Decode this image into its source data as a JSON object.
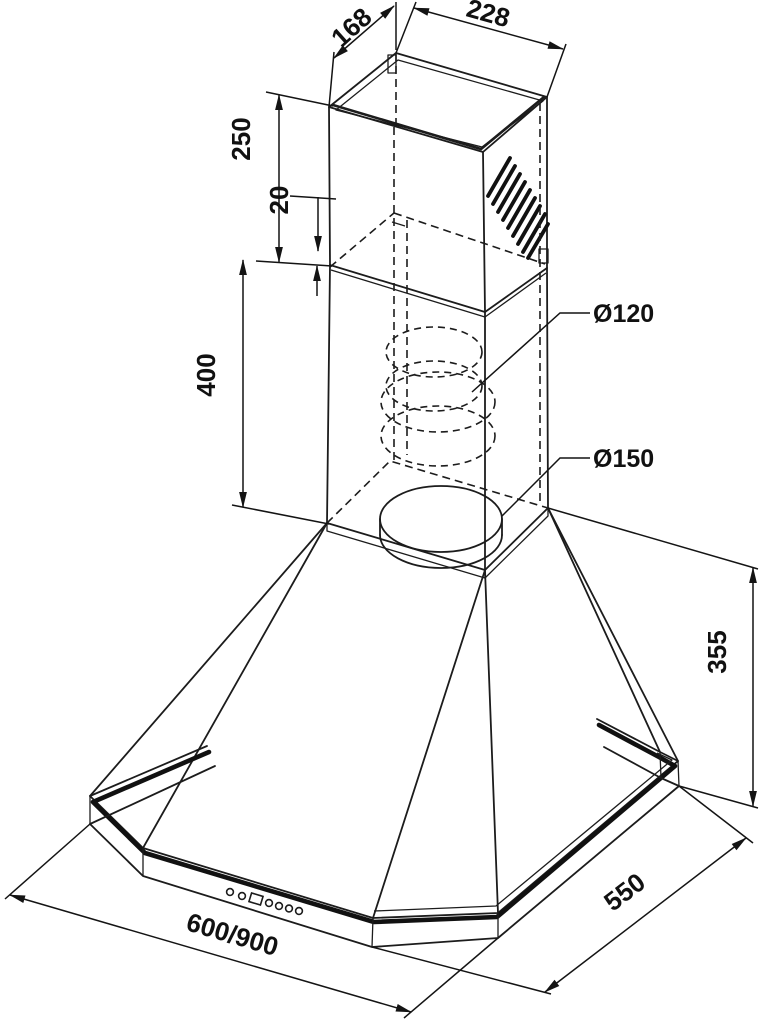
{
  "diagram": {
    "kind": "technical-dimension-drawing",
    "subject": "chimney-range-hood",
    "colors": {
      "line": "#1c1c1c",
      "background": "#ffffff"
    },
    "labels": {
      "chimney_top_depth": "168",
      "chimney_top_width": "228",
      "upper_chimney_height": "250",
      "telescopic_overlap": "20",
      "lower_chimney_height": "400",
      "duct_diameter_small": "Ø120",
      "duct_diameter_large": "Ø150",
      "hood_body_height": "355",
      "hood_depth": "550",
      "hood_width": "600/900"
    }
  }
}
